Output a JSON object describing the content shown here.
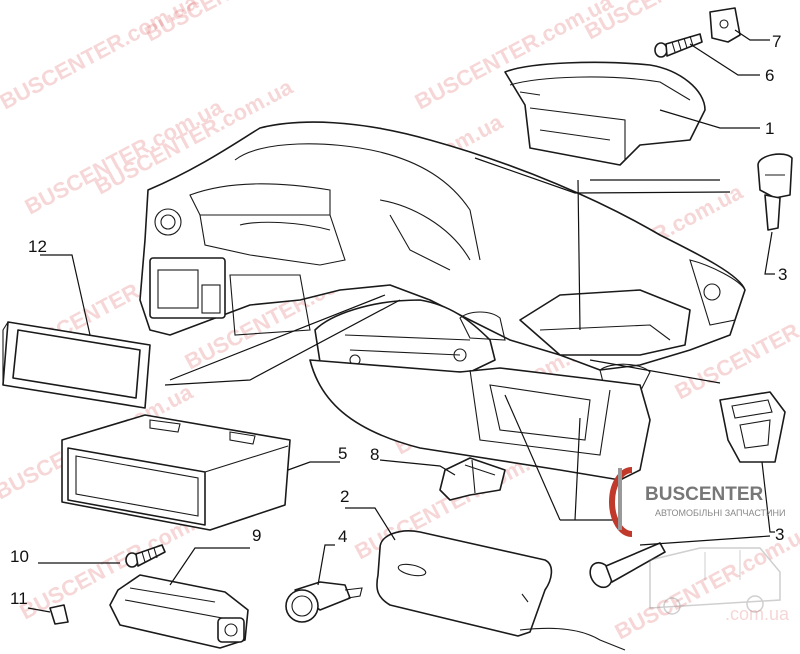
{
  "callouts": [
    {
      "id": "c1",
      "label": "1"
    },
    {
      "id": "c2",
      "label": "2"
    },
    {
      "id": "c3a",
      "label": "3"
    },
    {
      "id": "c3b",
      "label": "3"
    },
    {
      "id": "c4",
      "label": "4"
    },
    {
      "id": "c5",
      "label": "5"
    },
    {
      "id": "c6",
      "label": "6"
    },
    {
      "id": "c7",
      "label": "7"
    },
    {
      "id": "c8",
      "label": "8"
    },
    {
      "id": "c9",
      "label": "9"
    },
    {
      "id": "c10",
      "label": "10"
    },
    {
      "id": "c11",
      "label": "11"
    },
    {
      "id": "c12",
      "label": "12"
    }
  ],
  "watermark": {
    "brand": "BUSCENTER",
    "domain": "BUSCENTER.com.ua",
    "color": "#e06a6a"
  },
  "logo": {
    "name": "BUSCENTER",
    "subtitle": "АВТОМОБІЛЬНІ ЗАПЧАСТИНИ",
    "url": ".com.ua",
    "color": "#c0392b"
  }
}
